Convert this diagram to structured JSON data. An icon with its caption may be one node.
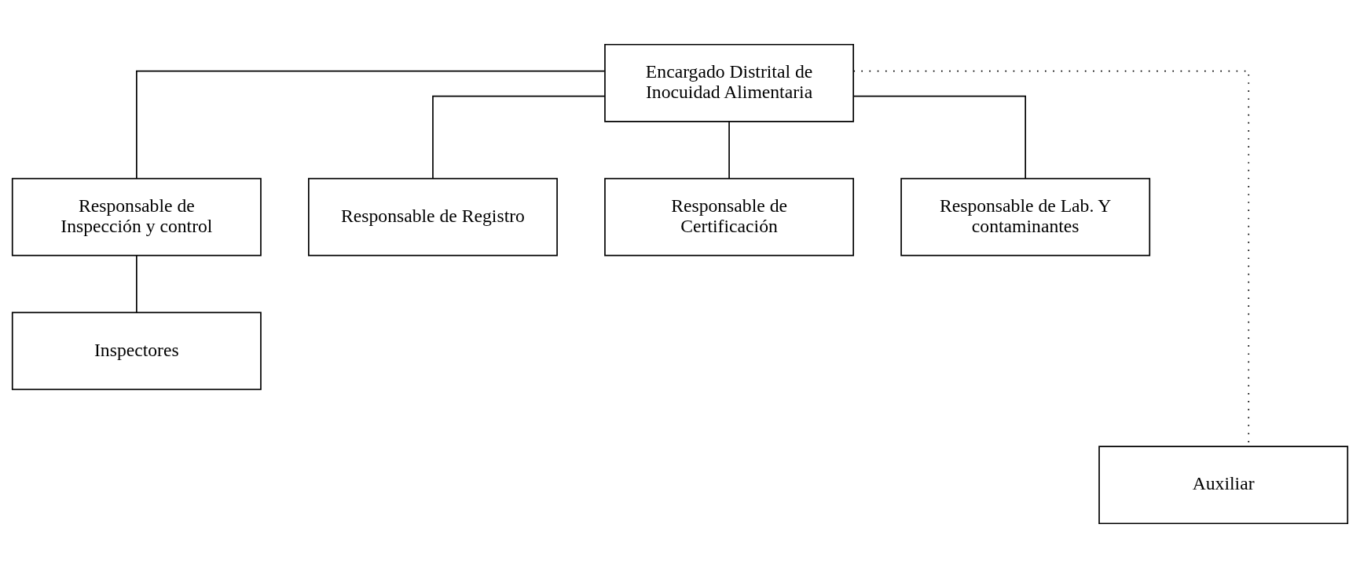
{
  "diagram": {
    "nodes": [
      {
        "text": [
          "Encargado Distrital de Inocuidad Alimentaria"
        ]
      },
      {
        "text": [
          "Responsable de Inspección y control"
        ]
      },
      {
        "text": [
          "Responsable de Registro"
        ]
      },
      {
        "text": [
          "Responsable de Certificación"
        ]
      },
      {
        "text": [
          "Responsable de Lab. Y contaminantes"
        ]
      },
      {
        "text": [
          "Inspectores"
        ]
      },
      {
        "text": [
          "Auxiliar"
        ]
      }
    ],
    "edges": [
      {
        "from": 0,
        "to": 1,
        "arrow": "none"
      },
      {
        "from": 0,
        "to": 2,
        "arrow": "none"
      },
      {
        "from": 0,
        "to": 3,
        "arrow": "none"
      },
      {
        "from": 0,
        "to": 4,
        "arrow": "none"
      },
      {
        "from": 1,
        "to": 5,
        "arrow": "none"
      },
      {
        "from": 0,
        "to": 6,
        "arrow": "none",
        "style": "dashed"
      }
    ]
  }
}
